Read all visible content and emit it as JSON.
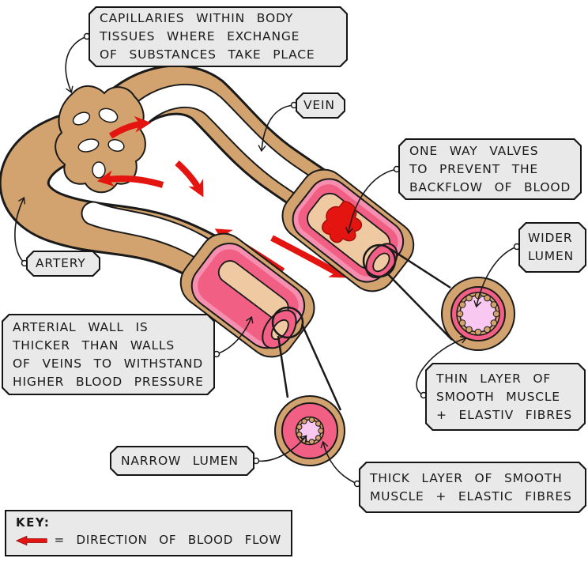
{
  "colors": {
    "tan": "#D2A36E",
    "pink-light": "#F48FAF",
    "pink-deep": "#F25F85",
    "lumen-pink": "#F9C8F0",
    "beige": "#EFC9A2",
    "red": "#E41410",
    "label-bg": "#E9E9E9",
    "outline": "#1A1A1A"
  },
  "labels": {
    "capillaries": {
      "lines": [
        "CAPILLARIES WITHIN BODY",
        "TISSUES WHERE EXCHANGE",
        "OF SUBSTANCES TAKE PLACE"
      ]
    },
    "vein": {
      "text": "VEIN"
    },
    "valves": {
      "lines": [
        "ONE WAY VALVES",
        "TO PREVENT THE",
        "BACKFLOW OF BLOOD"
      ]
    },
    "wider_lumen": {
      "lines": [
        "WIDER",
        "LUMEN"
      ]
    },
    "artery": {
      "text": "ARTERY"
    },
    "arterial_wall": {
      "lines": [
        "ARTERIAL WALL IS",
        "THICKER THAN WALLS",
        "OF VEINS TO WITHSTAND",
        "HIGHER BLOOD PRESSURE"
      ]
    },
    "thin_layer": {
      "lines": [
        "THIN LAYER OF",
        "SMOOTH MUSCLE",
        "+ ELASTIV FIBRES"
      ]
    },
    "narrow_lumen": {
      "text": "NARROW LUMEN"
    },
    "thick_layer": {
      "lines": [
        "THICK LAYER OF SMOOTH",
        "MUSCLE + ELASTIC FIBRES"
      ]
    },
    "key": {
      "heading": "KEY:",
      "entry": "= DIRECTION OF BLOOD FLOW"
    }
  }
}
